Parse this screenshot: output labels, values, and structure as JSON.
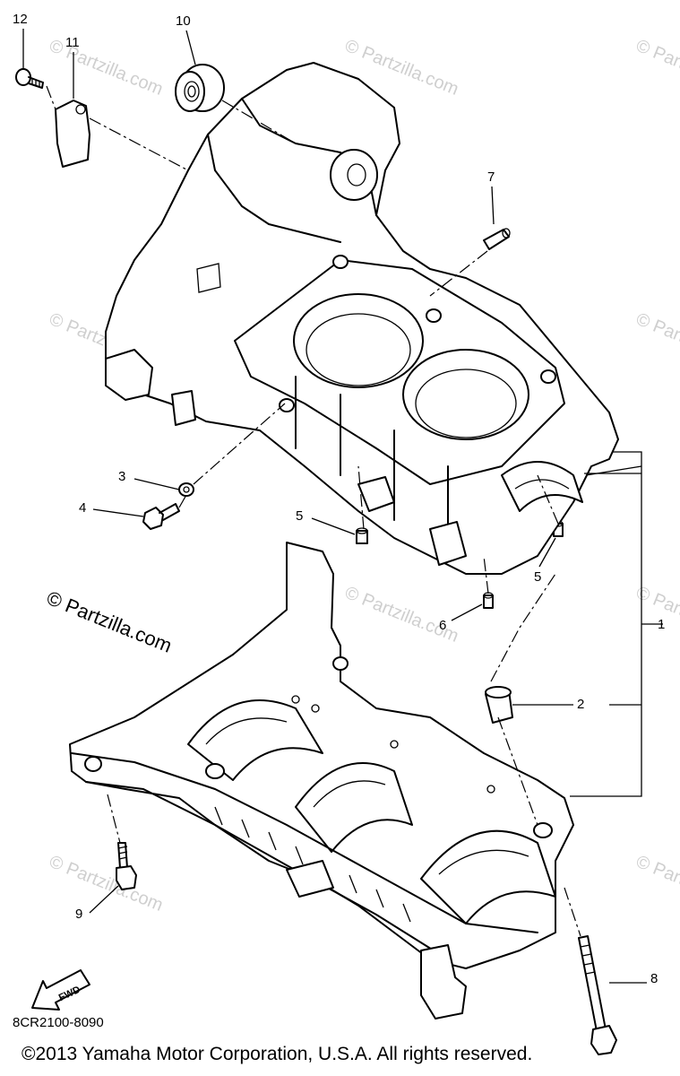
{
  "callouts": {
    "c1": "1",
    "c2": "2",
    "c3": "3",
    "c4": "4",
    "c5a": "5",
    "c5b": "5",
    "c6": "6",
    "c7": "7",
    "c8": "8",
    "c9": "9",
    "c10": "10",
    "c11": "11",
    "c12": "12"
  },
  "watermark": {
    "faint": "© Partzilla.com",
    "main": "© Partzilla.com"
  },
  "fwd_label": "FWD",
  "part_code": "8CR2100-8090",
  "copyright": "©2013 Yamaha Motor Corporation, U.S.A. All rights reserved.",
  "colors": {
    "line": "#000000",
    "watermark": "#cfcfcf",
    "background": "#ffffff"
  }
}
